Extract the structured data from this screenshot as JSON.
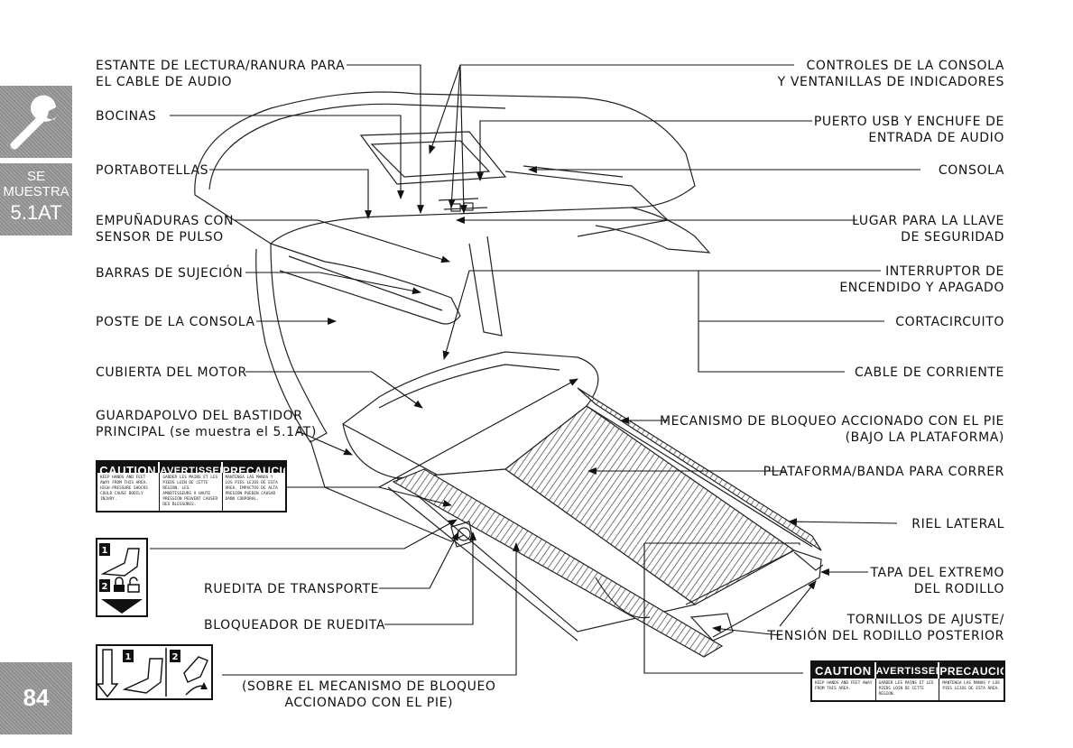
{
  "side_tabs": {
    "model_note": [
      "SE",
      "MUESTRA",
      "5.1AT"
    ],
    "page_number": "84"
  },
  "labels": {
    "reading_rack": [
      "ESTANTE DE LECTURA/RANURA PARA",
      "EL CABLE DE AUDIO"
    ],
    "speakers": "BOCINAS",
    "water_bottle_holder": "PORTABOTELLAS",
    "pulse_grips": [
      "EMPUÑADURAS CON",
      "SENSOR DE PULSO"
    ],
    "handrails": "BARRAS DE SUJECIÓN",
    "console_mast": "POSTE DE LA CONSOLA",
    "motor_hood": "CUBIERTA DEL MOTOR",
    "frame_shroud": [
      "GUARDAPOLVO DEL BASTIDOR",
      "PRINCIPAL (se muestra el 5.1AT)"
    ],
    "console_controls": [
      "CONTROLES DE LA CONSOLA",
      "Y VENTANILLAS DE INDICADORES"
    ],
    "usb_audio": [
      "PUERTO USB Y ENCHUFE DE",
      "ENTRADA DE AUDIO"
    ],
    "console": "CONSOLA",
    "safety_key": [
      "LUGAR PARA LA LLAVE",
      "DE SEGURIDAD"
    ],
    "power_switch": [
      "INTERRUPTOR DE",
      "ENCENDIDO Y APAGADO"
    ],
    "circuit_breaker": "CORTACIRCUITO",
    "power_cord": "CABLE DE CORRIENTE",
    "foot_lock": [
      "MECANISMO DE BLOQUEO ACCIONADO CON EL PIE",
      "(BAJO LA PLATAFORMA)"
    ],
    "deck_belt": "PLATAFORMA/BANDA PARA CORRER",
    "side_rail": "RIEL LATERAL",
    "roller_cap": [
      "TAPA DEL EXTREMO",
      "DEL RODILLO"
    ],
    "tension_bolts": [
      "TORNILLOS DE AJUSTE/",
      "TENSIÓN DEL RODILLO POSTERIOR"
    ],
    "transport_wheel": "RUEDITA DE TRANSPORTE",
    "wheel_lock": "BLOQUEADOR DE RUEDITA",
    "on_foot_lock": [
      "(SOBRE EL MECANISMO DE BLOQUEO",
      "ACCIONADO CON EL PIE)"
    ]
  },
  "warning_left": {
    "headers": [
      "CAUTION",
      "AVERTISSEMENT",
      "PRECAUCIÓN"
    ],
    "texts": [
      "KEEP HANDS AND FEET AWAY FROM THIS AREA. HIGH-PRESSURE SHOCKS COULD CAUSE BODILY INJURY.",
      "GARDER LES MAINS ET LES PIEDS LOIN DE CETTE RÉGION. LES AMORTISSEURS À HAUTE PRESSION PEUVENT CAUSER DES BLESSURES.",
      "MANTENGA LAS MANOS Y LOS PIES LEJOS DE ESTA ÁREA. IMPACTOS DE ALTA PRESIÓN PUEDEN CAUSAR DAÑO CORPORAL."
    ]
  },
  "warning_right": {
    "headers": [
      "CAUTION",
      "AVERTISSEMENT",
      "PRECAUCIÓN"
    ],
    "texts": [
      "KEEP HANDS AND FEET AWAY FROM THIS AREA.",
      "GARDER LES MAINS ET LES PIEDS LOIN DE CETTE RÉGION.",
      "MANTENGA LAS MANOS Y LOS PIES LEJOS DE ESTA ÁREA."
    ]
  },
  "step_numbers": [
    "1",
    "2"
  ]
}
